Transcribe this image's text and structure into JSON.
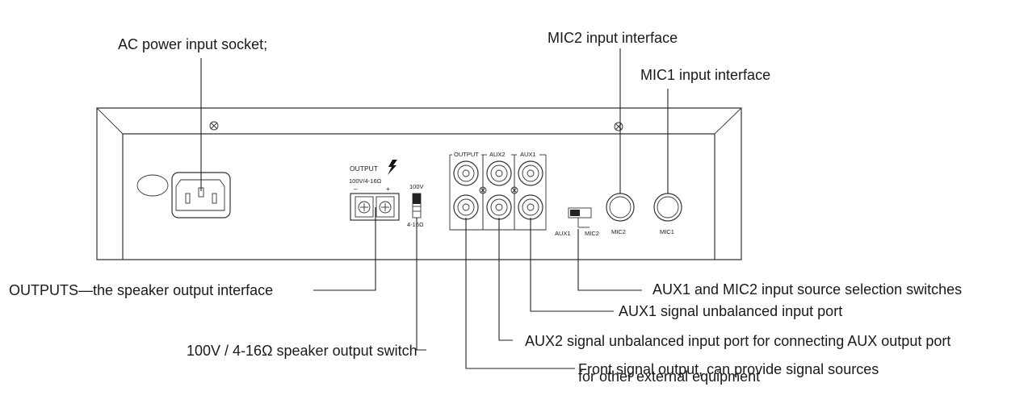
{
  "callouts": {
    "ac_power": "AC power input socket;",
    "mic2_interface": "MIC2 input interface",
    "mic1_interface": "MIC1 input interface",
    "outputs": "OUTPUTS—the speaker output interface",
    "speaker_switch": "100V / 4-16Ω speaker output switch",
    "selection_switches": "AUX1 and MIC2 input source selection switches",
    "aux1_port": "AUX1 signal unbalanced input port",
    "aux2_port": "AUX2 signal unbalanced input port for connecting AUX output port",
    "front_output_line1": "Front signal output, can provide signal sources",
    "front_output_line2": "for other external equipment"
  },
  "panel_labels": {
    "output_header": "OUTPUT",
    "output_rating": "100V/4-16Ω",
    "minus": "–",
    "plus": "+",
    "switch_100v": "100V",
    "switch_4_16": "4-16Ω",
    "jack_output": "OUTPUT",
    "jack_aux2": "AUX2",
    "jack_aux1": "AUX1",
    "sel_aux1": "AUX1",
    "sel_mic2": "MIC2",
    "mic2": "MIC2",
    "mic1": "MIC1"
  },
  "icons": {
    "output_bolt": "lightning-bolt-icon",
    "screw": "screw-icon",
    "ac_socket": "iec-socket-icon",
    "rca_jack": "rca-jack-icon",
    "mic_jack": "mic-jack-icon"
  }
}
